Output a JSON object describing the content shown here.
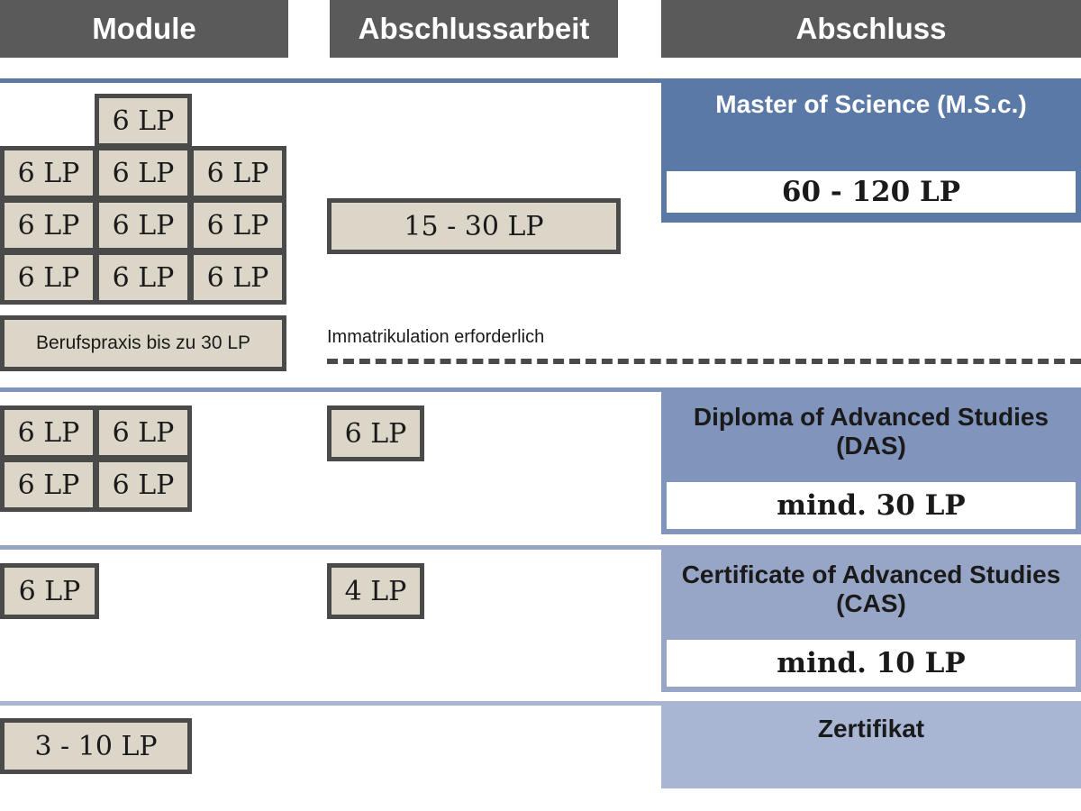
{
  "headers": {
    "modules": "Module",
    "thesis": "Abschlussarbeit",
    "degree": "Abschluss"
  },
  "colors": {
    "header_bg": "#5a5a5a",
    "tile_bg": "#dcd6c9",
    "tile_border": "#4a4a4a",
    "msc": "#5b79a6",
    "das": "#8094bc",
    "cas": "#97a6c7",
    "zertifikat": "#a8b5d3"
  },
  "master": {
    "title": "Master of Science (M.S.c.)",
    "credits": "60 - 120 LP",
    "module_tiles": [
      "6 LP",
      "6 LP",
      "6 LP",
      "6 LP",
      "6 LP",
      "6 LP",
      "6 LP",
      "6 LP",
      "6 LP",
      "6 LP"
    ],
    "practice": "Berufspraxis bis zu 30 LP",
    "thesis": "15 - 30 LP",
    "note": "Immatrikulation erforderlich"
  },
  "das": {
    "title": "Diploma of Advanced Studies (DAS)",
    "credits": "mind. 30 LP",
    "module_tiles": [
      "6 LP",
      "6 LP",
      "6 LP",
      "6 LP"
    ],
    "thesis": "6 LP"
  },
  "cas": {
    "title": "Certificate of Advanced Studies (CAS)",
    "credits": "mind. 10 LP",
    "module_tiles": [
      "6 LP"
    ],
    "thesis": "4 LP"
  },
  "zertifikat": {
    "title": "Zertifikat",
    "module_tiles": [
      "3 - 10 LP"
    ]
  }
}
